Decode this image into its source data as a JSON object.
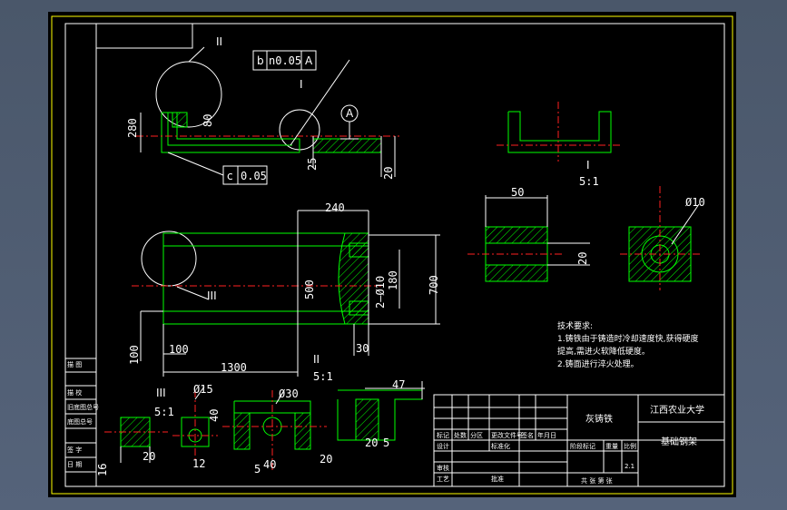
{
  "material": "灰铸铁",
  "school": "江西农业大学",
  "part_name": "基础钢架",
  "drawing_no": "2.1",
  "tech_requirements": {
    "title": "技术要求:",
    "line1": "1.铸铁由于铸造时冷却速度快,获得硬度",
    "line2": "提高,需进火软降低硬度。",
    "line3": "2.铸面进行淬火处理。"
  },
  "dims": {
    "d280": "280",
    "d80": "80",
    "d25": "25",
    "d20a": "20",
    "d240": "240",
    "d500": "500",
    "d2phi10": "2—Ø10",
    "d180": "180",
    "d700": "700",
    "d100a": "100",
    "d100b": "100",
    "d1300": "1300",
    "d30": "30",
    "d50": "50",
    "d20b": "20",
    "phi10": "Ø10",
    "phi15": "Ø15",
    "d40a": "40",
    "d20c": "20",
    "d12": "12",
    "d16": "16",
    "phi30": "Ø30",
    "d5": "5",
    "d40b": "40",
    "d20d": "20",
    "d47": "47",
    "d20e": "20",
    "d5b": "5"
  },
  "tolerances": {
    "flat_sym": "b",
    "flat_val": "n0.05",
    "flat_ref": "A",
    "c_sym": "c",
    "c_val": "0.05",
    "datum": "A"
  },
  "views": {
    "I": "I",
    "II": "II",
    "III": "III",
    "scaleI": "5:1",
    "scaleII": "5:1",
    "scaleIII": "5:1"
  },
  "left_column": [
    "描 图",
    "描 校",
    "旧底图总号",
    "底图总号",
    "签 字",
    "日 期"
  ],
  "title_block": {
    "row_labels": [
      "标记",
      "处数",
      "分区",
      "更改文件号",
      "签名",
      "年月日"
    ],
    "design": "设计",
    "std": "标准化",
    "review": "审核",
    "process": "工艺",
    "approve": "批准",
    "stage": "阶段标记",
    "weight": "重量",
    "ratio": "比例",
    "sheets": "共 张 第 张"
  }
}
